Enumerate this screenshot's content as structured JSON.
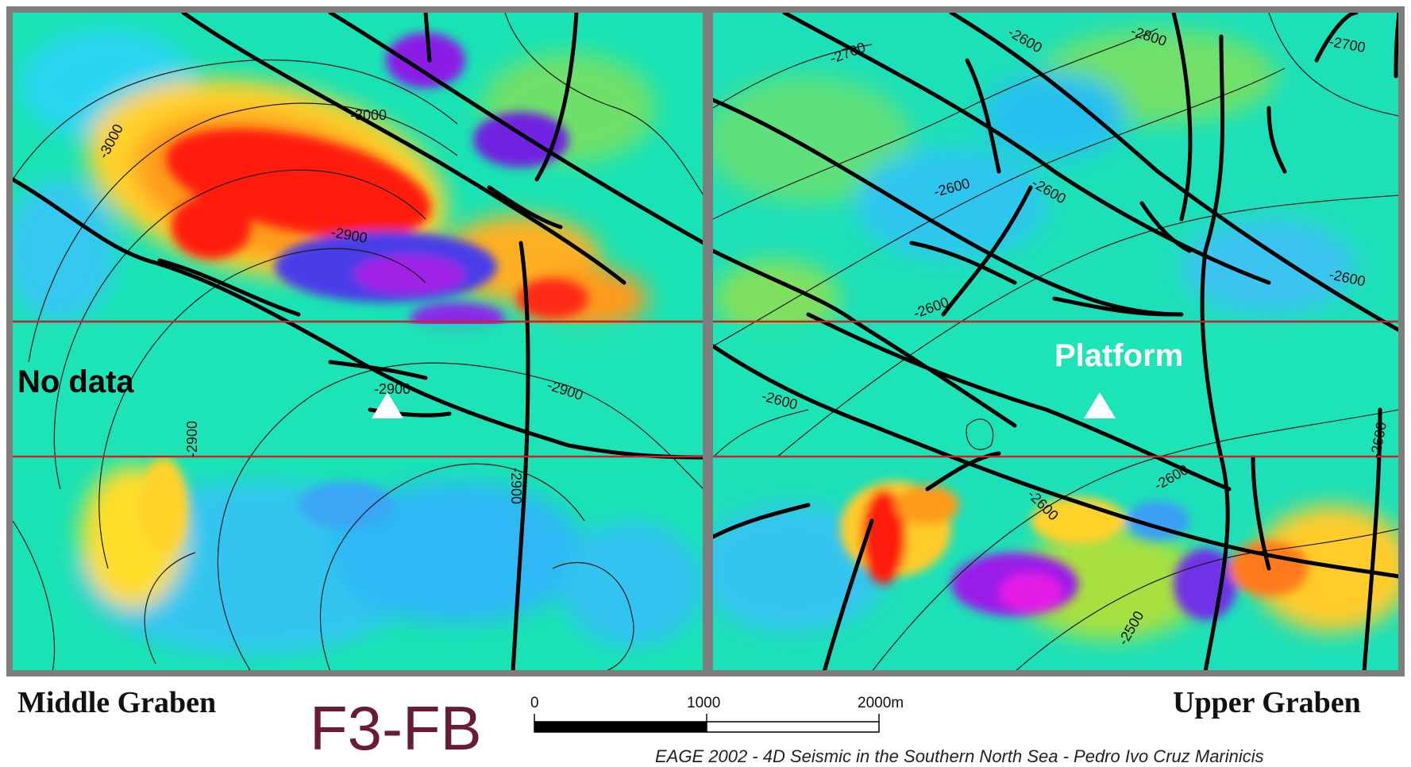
{
  "map": {
    "panels": [
      {
        "id": "left",
        "contour_labels": [
          "-3000",
          "-3000",
          "-2900",
          "-2900",
          "-2900",
          "-2900",
          "-2900"
        ],
        "annotation": "No data"
      },
      {
        "id": "right",
        "contour_labels": [
          "-2700",
          "-2600",
          "-2800",
          "-2700",
          "-2600",
          "-2600",
          "-2600",
          "-2600",
          "-2600",
          "-2600",
          "-2600",
          "-2600",
          "-2500"
        ],
        "annotation": "Platform"
      }
    ],
    "colors": {
      "frame": "#7d7d7d",
      "no_data_box": "#c0262b",
      "fault": "#000000",
      "background_field": "#19e3b4",
      "high_anomaly": "#ff1a10",
      "low_anomaly": "#8a1ee6",
      "title_color": "#6b1a34"
    },
    "icons": [
      "triangle-marker-icon",
      "triangle-marker-icon"
    ]
  },
  "captions": {
    "left_region": "Middle Graben",
    "right_region": "Upper Graben",
    "survey": "F3-FB"
  },
  "scale_bar": {
    "labels": [
      "0",
      "1000",
      "2000m"
    ]
  },
  "source": "EAGE 2002 - 4D Seismic in the Southern North Sea - Pedro Ivo Cruz Marinicis"
}
